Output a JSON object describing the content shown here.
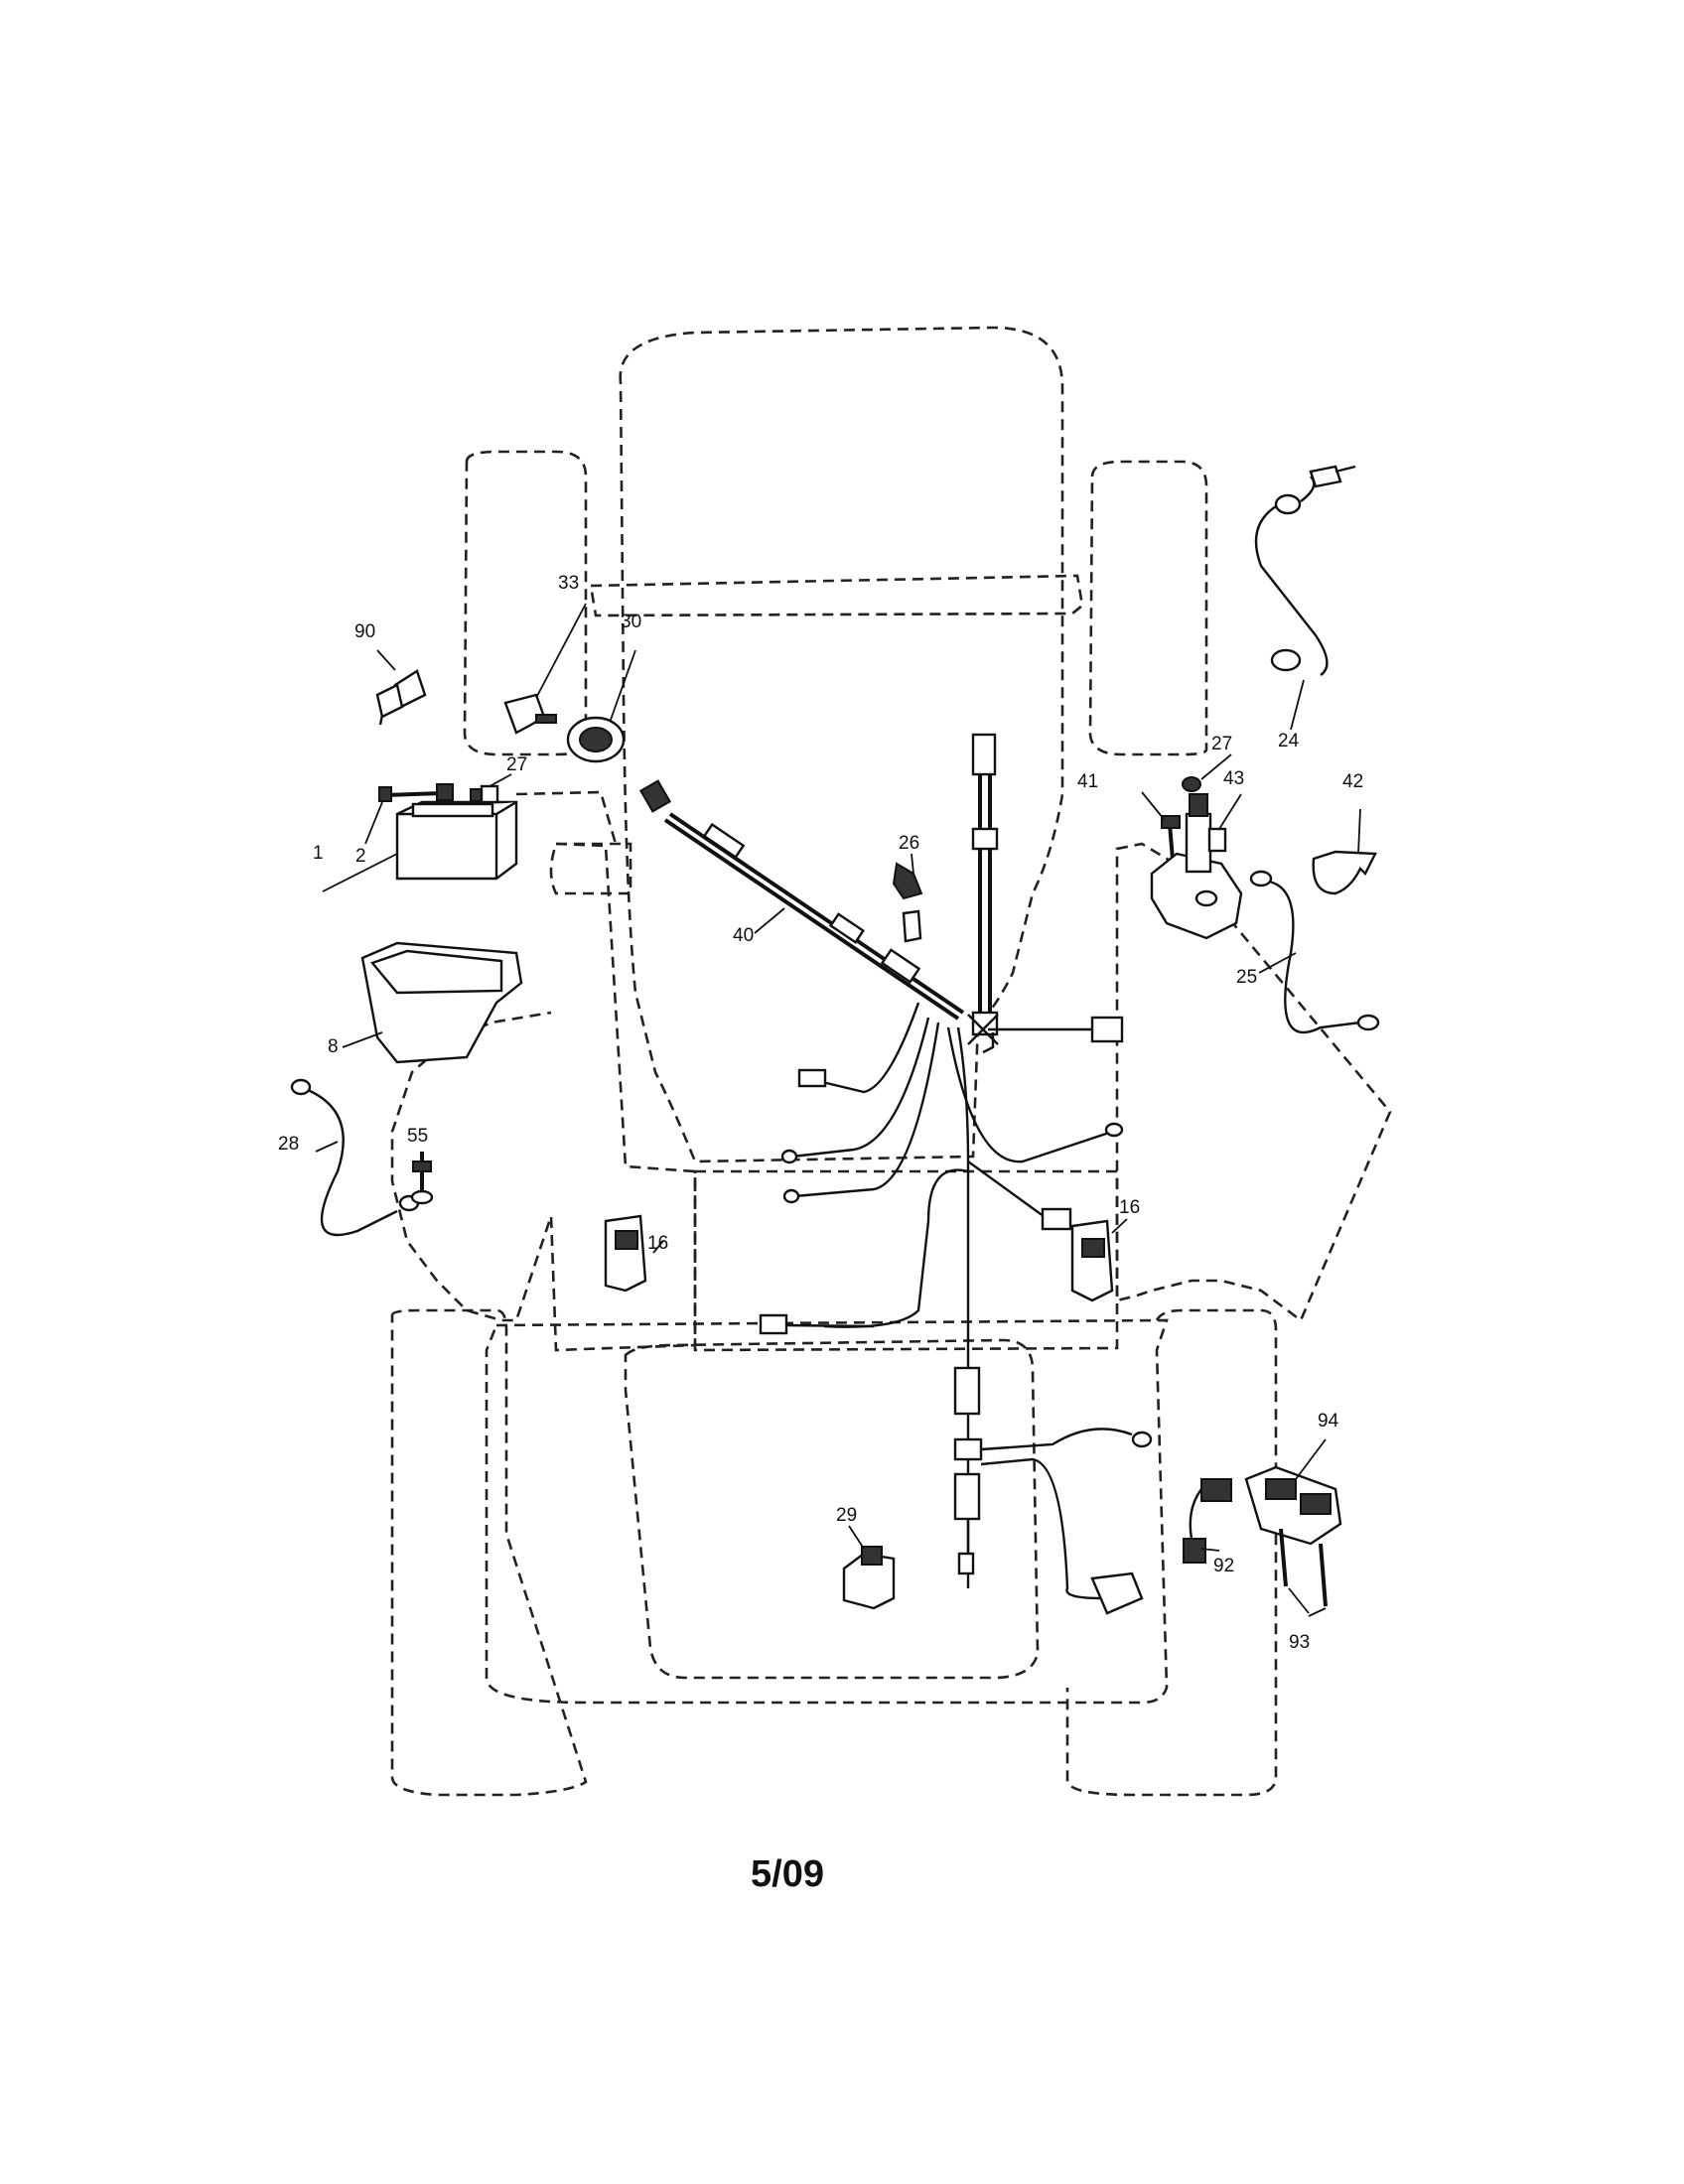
{
  "page": {
    "date_code": "5/09"
  },
  "callouts": {
    "c1": "1",
    "c2": "2",
    "c8": "8",
    "c16a": "16",
    "c16b": "16",
    "c24": "24",
    "c25": "25",
    "c26": "26",
    "c27a": "27",
    "c27b": "27",
    "c28": "28",
    "c29": "29",
    "c30": "30",
    "c33": "33",
    "c40": "40",
    "c41": "41",
    "c42": "42",
    "c43": "43",
    "c55": "55",
    "c90": "90",
    "c92": "92",
    "c93": "93",
    "c94": "94"
  }
}
